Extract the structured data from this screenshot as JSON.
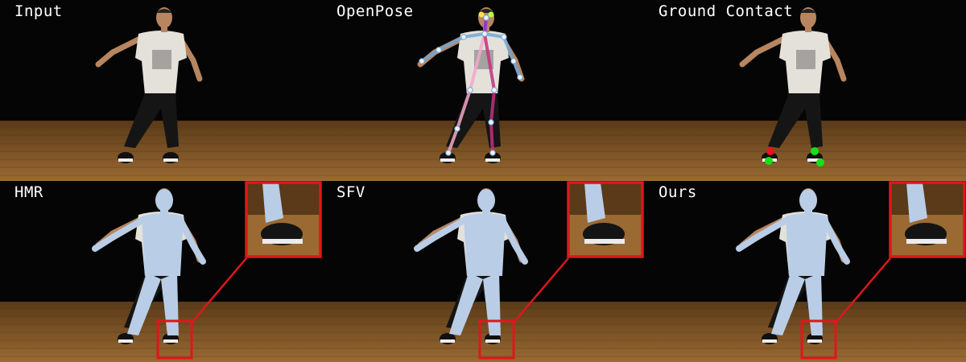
{
  "figure": {
    "panels": [
      {
        "label": "Input",
        "type": "input"
      },
      {
        "label": "OpenPose",
        "type": "openpose"
      },
      {
        "label": "Ground Contact",
        "type": "contact"
      },
      {
        "label": "HMR",
        "type": "mesh",
        "inset": true
      },
      {
        "label": "SFV",
        "type": "mesh",
        "inset": true
      },
      {
        "label": "Ours",
        "type": "mesh",
        "inset": true
      }
    ],
    "colors": {
      "background": "#050505",
      "floor_light": "#9a6a32",
      "floor_dark": "#5a3a18",
      "shirt": "#e4e1da",
      "pants": "#151515",
      "skin": "#b7855f",
      "mesh": "#b9cde6",
      "inset_border": "#e0161b",
      "contact_on": "#17e017",
      "contact_off": "#e8141e",
      "pose_left": "#f3a8c8",
      "pose_right": "#c4307f",
      "pose_arm": "#6fa8dc"
    }
  }
}
